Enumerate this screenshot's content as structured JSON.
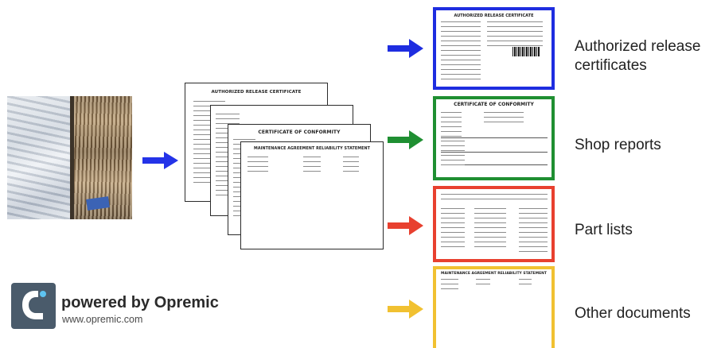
{
  "categories": [
    {
      "label_line1": "Authorized release",
      "label_line2": "certificates",
      "color": "#1e2de0",
      "doc_title": "AUTHORIZED RELEASE CERTIFICATE"
    },
    {
      "label_line1": "Shop reports",
      "color": "#1f8f32",
      "doc_title": "CERTIFICATE OF CONFORMITY"
    },
    {
      "label_line1": "Part lists",
      "color": "#e8402f",
      "doc_title": ""
    },
    {
      "label_line1": "Other documents",
      "color": "#f1c131",
      "doc_title": "MAINTENANCE AGREEMENT RELIABILITY STATEMENT"
    }
  ],
  "stack": {
    "sheet1_title": "AUTHORIZED RELEASE CERTIFICATE",
    "sheet3_title": "CERTIFICATE OF CONFORMITY",
    "sheet4_title": "MAINTENANCE AGREEMENT RELIABILITY STATEMENT"
  },
  "colors": {
    "input_arrow": "#2433e8"
  },
  "logo": {
    "title": "powered by Opremic",
    "url": "www.opremic.com",
    "icon": "opremic-logo-icon"
  }
}
